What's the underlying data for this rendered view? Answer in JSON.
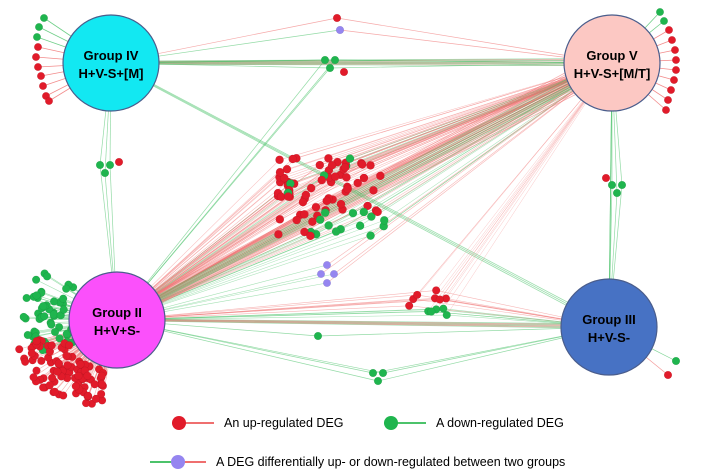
{
  "diagram": {
    "groups": [
      {
        "id": "IV",
        "label": "Group IV",
        "sublabel": "H+V-S+[M]",
        "color": "#12e8f2"
      },
      {
        "id": "V",
        "label": "Group V",
        "sublabel": "H+V-S+[M/T]",
        "color": "#fcc8c3"
      },
      {
        "id": "II",
        "label": "Group II",
        "sublabel": "H+V+S-",
        "color": "#fb50fb"
      },
      {
        "id": "III",
        "label": "Group III",
        "sublabel": "H+V-S-",
        "color": "#4772c4"
      }
    ],
    "colors": {
      "up": "#e11b2a",
      "down": "#1fb54e",
      "both": "#9585f0",
      "up_line": "#ef6f6f",
      "down_line": "#4cc36b"
    }
  },
  "legend": {
    "up": "An up-regulated DEG",
    "down": "A down-regulated DEG",
    "both": "A DEG differentially up- or down-regulated between two groups"
  }
}
